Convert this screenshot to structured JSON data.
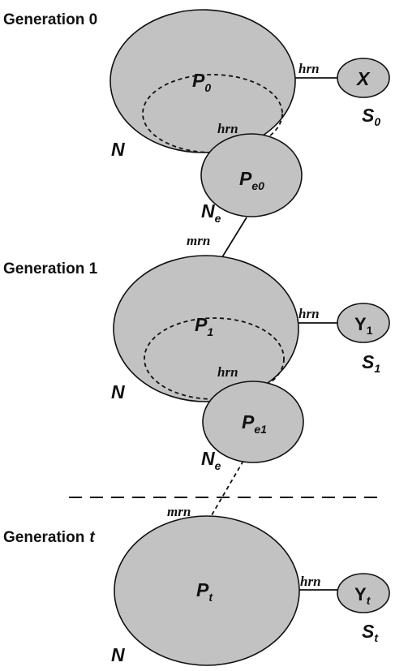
{
  "generations": [
    {
      "label": "Generation 0",
      "population": {
        "main": "P",
        "sub": "0",
        "sub_italic": false
      },
      "elite": {
        "main": "P",
        "sub": "e0",
        "sub_italic": false
      },
      "archive": {
        "main": "X",
        "italic": true
      },
      "archive_set": {
        "main": "S",
        "sub": "0",
        "sub_italic": false
      },
      "n_label": "N",
      "ne_label": {
        "main": "N",
        "sub": "e"
      },
      "hrn_archive": "hrn",
      "hrn_elite": "hrn",
      "mrn_incoming": ""
    },
    {
      "label": "Generation 1",
      "population": {
        "main": "P",
        "sub": "1",
        "sub_italic": false
      },
      "elite": {
        "main": "P",
        "sub": "e1",
        "sub_italic": false
      },
      "archive": {
        "main": "Y",
        "sub": "1",
        "italic": false
      },
      "archive_set": {
        "main": "S",
        "sub": "1",
        "sub_italic": false
      },
      "n_label": "N",
      "ne_label": {
        "main": "N",
        "sub": "e"
      },
      "hrn_archive": "hrn",
      "hrn_elite": "hrn",
      "mrn_incoming": "mrn"
    },
    {
      "label": "Generation t",
      "label_main": "Generation",
      "label_var": "t",
      "population": {
        "main": "P",
        "sub": "t",
        "sub_italic": true
      },
      "archive": {
        "main": "Y",
        "sub": "t",
        "italic": false
      },
      "archive_set": {
        "main": "S",
        "sub": "t",
        "sub_italic": true
      },
      "n_label": "N",
      "hrn_archive": "hrn",
      "mrn_incoming": "mrn"
    }
  ],
  "colors": {
    "fill": "#c2c2c2",
    "stroke": "#111111",
    "background": "#ffffff"
  }
}
